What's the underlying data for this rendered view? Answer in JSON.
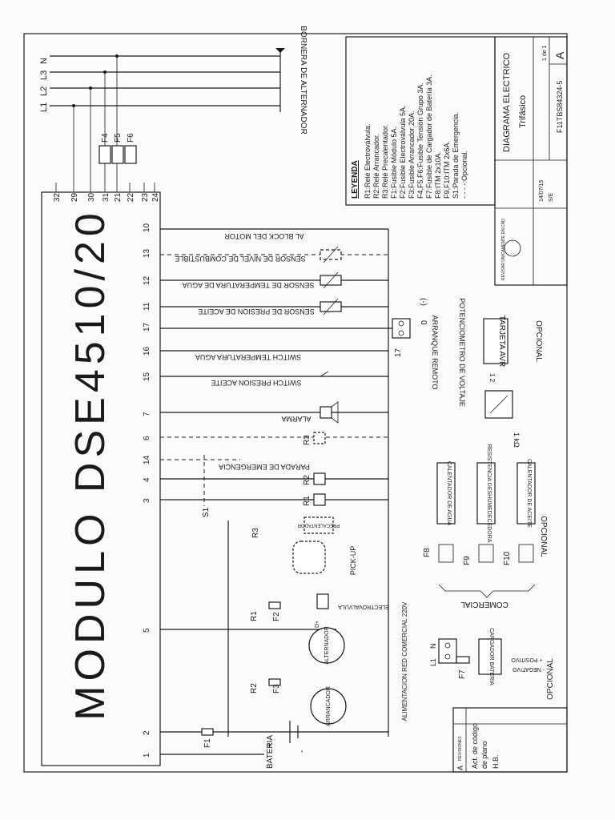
{
  "module_title": "MODULO DSE4510/20",
  "terminals": {
    "top_group": [
      "32",
      "29",
      "30",
      "31",
      "21",
      "22",
      "23",
      "24"
    ],
    "right_group": [
      "10",
      "13",
      "12",
      "11",
      "17",
      "16",
      "15",
      "7",
      "6",
      "14",
      "4",
      "3"
    ],
    "bottom_group": [
      "5",
      "2",
      "1"
    ]
  },
  "phase_lines": [
    "L1",
    "L2",
    "L3",
    "N"
  ],
  "alternator_terminal_block": "BORNERA DE ALTERNADOR",
  "fuse_labels": {
    "f4": "F4",
    "f5": "F5",
    "f6": "F6",
    "f1": "F1",
    "f2": "F2",
    "f3": "F3",
    "f7": "F7",
    "f8": "F8",
    "f9": "F9",
    "f10": "F10"
  },
  "relay_labels": {
    "r1": "R1",
    "r2": "R2",
    "r3": "R3",
    "s1": "S1"
  },
  "sensors": {
    "engine_block": "AL BLOCK DEL MOTOR",
    "fuel_level": "SENSOR DE NIVEL DE COMBUSTIBLE",
    "water_temp": "SENSOR DE TEMPERATURA DE AGUA",
    "oil_pressure": "SENSOR DE PRESION DE ACEITE",
    "water_temp_switch": "SWITCH TEMPERATURA AGUA",
    "oil_pressure_switch": "SWITCH PRESION ACEITE",
    "alarm": "ALARMA",
    "emergency_stop": "PARADA DE EMERGENCIA"
  },
  "remote_start": {
    "label": "ARRANQUE REMOTO",
    "terminal_label": "17",
    "zero_label": "0",
    "minus_label": "(-)"
  },
  "components": {
    "preheater": "PRECALENTADOR",
    "pickup": "PICK-UP",
    "solenoid": "ELECTROVALVULA",
    "alternator": "ALTERNADOR",
    "alternator_terminal": "D+",
    "starter": "ARRANCADOR",
    "battery": "BATERIA",
    "battery_plus": "+",
    "battery_minus": "-"
  },
  "avr": {
    "potentiometer": "POTENCIOMETRO DE VOLTAJE",
    "card": "TARJETA AVR",
    "pins": "1 2",
    "resistance": "1 kΩ",
    "optional": "OPCIONAL"
  },
  "heaters": {
    "water": "CALENTADOR DE AGUA",
    "dehumidifier": "RESISTENCIA DESHUMEDECEDORA",
    "oil": "CALENTADOR DE ACEITE",
    "optional": "OPCIONAL",
    "commercial": "COMERCIAL"
  },
  "mains": {
    "label": "ALIMENTACION RED COMERCIAL 220V",
    "l1": "L1",
    "n": "N",
    "charger": "CARGADOR BATERIA",
    "positive": "+ POSITIVO",
    "negative": "- NEGATIVO",
    "optional": "OPCIONAL"
  },
  "legend": {
    "title": "LEYENDA",
    "items": [
      "R1:Relé Electroválvula.",
      "R2:Relé Arrancador.",
      "R3:Relé Precalentador.",
      "F1:Fusible Módulo 5A.",
      "F2:Fusible Electroválvula 5A.",
      "F3:Fusible Arrancador 20A.",
      "F4,F5,F6:Fusible Tensión Grupo 3A.",
      "F7:Fusible de Cargador de Batería 3A.",
      "F8:ITM 2x10A.",
      "F9,F10:ITM 2x6A.",
      "S1:Parada de Emergencia.",
      "- - - -:Opcional."
    ]
  },
  "title_block": {
    "drawing_title": "DIAGRAMA ELECTRICO",
    "subtitle": "Trifásico",
    "drawing_number": "F11TBS84324-5",
    "revision": "A",
    "sheet": "1 de 1",
    "date": "14/07/15",
    "scale": "S/E",
    "note": "REVISAR ÚNICAMENTE EN CAD"
  },
  "revisions": {
    "header": "REVISIONES",
    "rev": "A",
    "description_line1": "Act. de código",
    "description_line2": "de plano",
    "author": "H.B."
  }
}
